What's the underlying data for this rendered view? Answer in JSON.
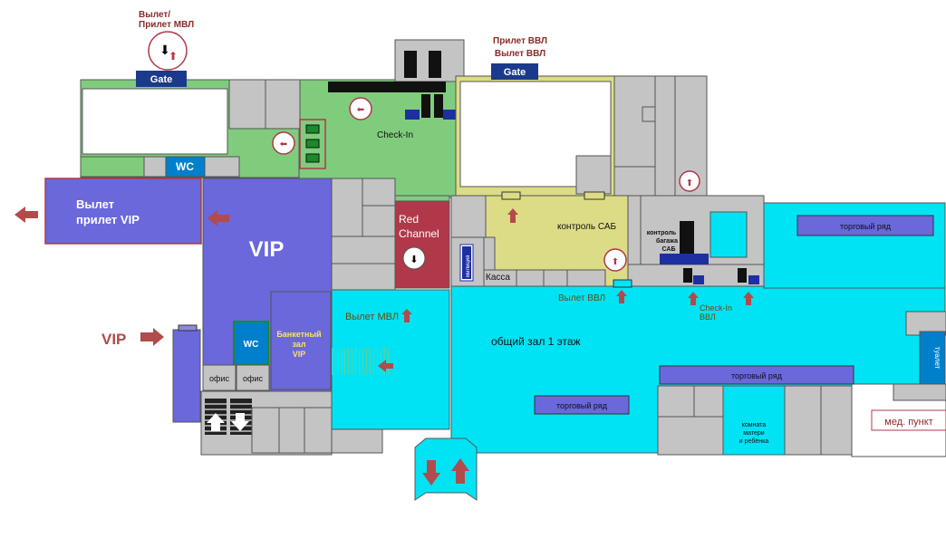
{
  "labels": {
    "intl_departure_arrival": [
      "Вылет/",
      "Прилет МВЛ"
    ],
    "domestic_arrival_departure": [
      "Прилет ВВЛ",
      "Вылет ВВЛ"
    ],
    "gate_left": "Gate",
    "gate_right": "Gate",
    "wc_top": "WC",
    "check_in": "Check-In",
    "vip_departure_arrival": [
      "Вылет",
      "прилет VIP"
    ],
    "vip_hall": "VIP",
    "vip_entrance": "VIP",
    "wc_vip": "WC",
    "banquet_hall": [
      "Банкетный",
      "зал",
      "VIP"
    ],
    "office_1": "офис",
    "office_2": "офис",
    "red_channel": [
      "Red",
      "Channel"
    ],
    "police": "милиция",
    "kassa": "Касса",
    "security_control": "контроль САБ",
    "baggage_control": [
      "контроль",
      "багажа",
      "САБ"
    ],
    "intl_departure": "Вылет МВЛ",
    "domestic_departure": "Вылет ВВЛ",
    "check_in_domestic": [
      "Check-In",
      "ВВЛ"
    ],
    "main_hall": "общий зал 1 этаж",
    "shop_row_1": "торговый ряд",
    "shop_row_2": "торговый ряд",
    "shop_row_3": "торговый ряд",
    "toilet": "туалет",
    "medical_point": "мед. пункт",
    "mother_child_room": [
      "комната",
      "матери",
      "и ребёнка"
    ]
  },
  "colors": {
    "green_zone": "#80cc7d",
    "purple_zone": "#6a68db",
    "cyan_zone": "#00e3f5",
    "yellow_zone": "#dcdc86",
    "red_channel": "#b13849",
    "gray_block": "#c4c4c4",
    "navy": "#1b3a8c",
    "arrow_red": "#b24b4b",
    "label_brown": "#8b2a2a"
  }
}
